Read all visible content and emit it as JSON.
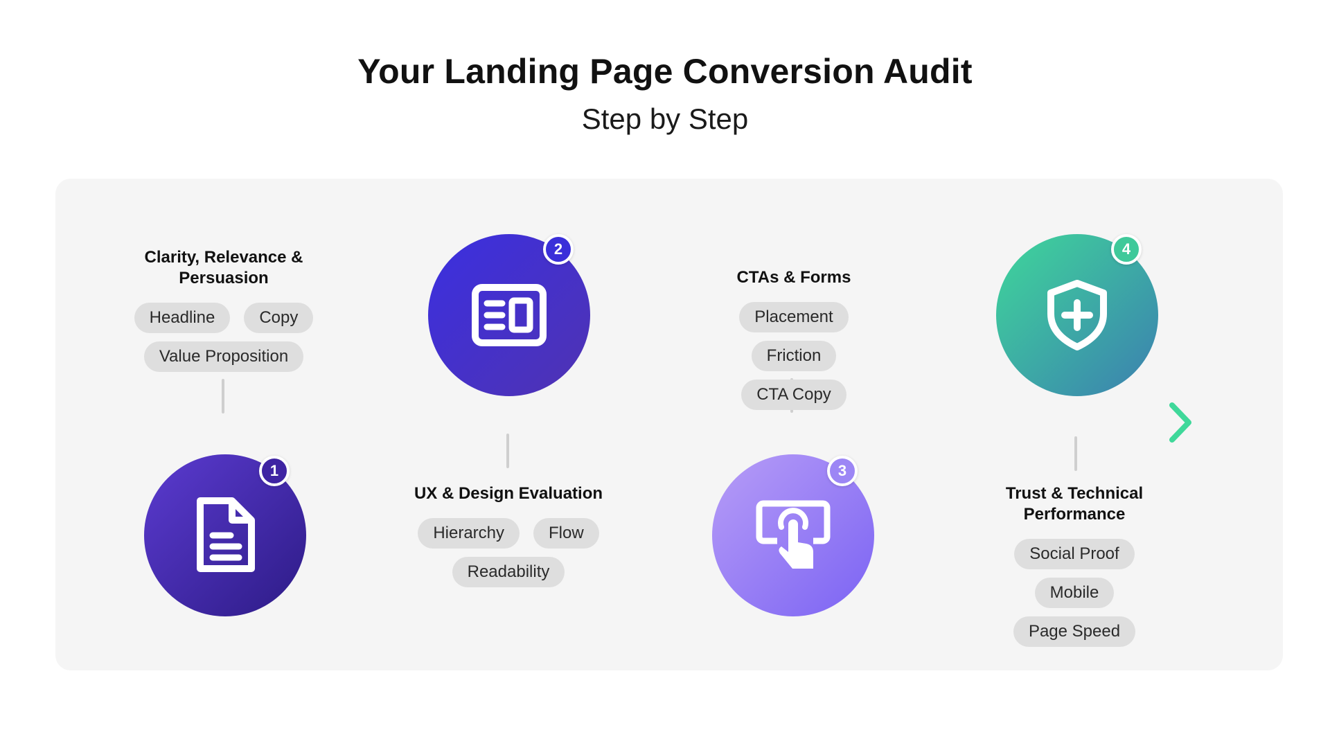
{
  "header": {
    "title": "Your Landing Page Conversion Audit",
    "subtitle": "Step by Step"
  },
  "colors": {
    "axis_start": "#2d1b86",
    "axis_mid": "#a98ef5",
    "axis_end": "#3fd89a",
    "chip_bg": "#dedede",
    "panel_bg": "#f5f5f5"
  },
  "steps": [
    {
      "number": "1",
      "title": "Clarity, Relevance & Persuasion",
      "icon": "document-icon",
      "chips": [
        "Headline",
        "Copy",
        "Value Proposition"
      ]
    },
    {
      "number": "2",
      "title": "UX & Design Evaluation",
      "icon": "layout-icon",
      "chips": [
        "Hierarchy",
        "Flow",
        "Readability"
      ]
    },
    {
      "number": "3",
      "title": "CTAs & Forms",
      "icon": "touch-screen-icon",
      "chips": [
        "Placement",
        "Friction",
        "CTA Copy"
      ]
    },
    {
      "number": "4",
      "title": "Trust & Technical Performance",
      "icon": "shield-plus-icon",
      "chips": [
        "Social Proof",
        "Mobile",
        "Page Speed"
      ]
    }
  ]
}
